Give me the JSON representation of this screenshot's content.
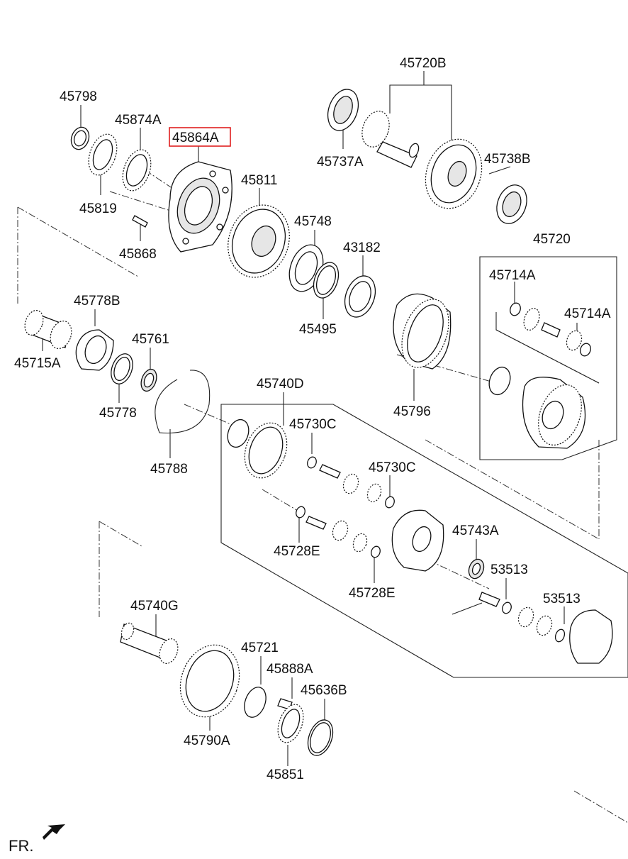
{
  "highlight_color": "#e02020",
  "labels": {
    "l45720B": "45720B",
    "l45798": "45798",
    "l45874A": "45874A",
    "l45864A": "45864A",
    "l45737A": "45737A",
    "l45738B": "45738B",
    "l45811": "45811",
    "l45819": "45819",
    "l45748": "45748",
    "l43182": "43182",
    "l45720": "45720",
    "l45868": "45868",
    "l45714A_1": "45714A",
    "l45778B": "45778B",
    "l45714A_2": "45714A",
    "l45495": "45495",
    "l45761": "45761",
    "l45715A": "45715A",
    "l45740D": "45740D",
    "l45778": "45778",
    "l45796": "45796",
    "l45730C_1": "45730C",
    "l45730C_2": "45730C",
    "l45788": "45788",
    "l45743A": "45743A",
    "l45728E_1": "45728E",
    "l53513_1": "53513",
    "l45728E_2": "45728E",
    "l53513_2": "53513",
    "l45740G": "45740G",
    "l45721": "45721",
    "l45888A": "45888A",
    "l45636B": "45636B",
    "l45790A": "45790A",
    "l45851": "45851",
    "fr": "FR."
  }
}
